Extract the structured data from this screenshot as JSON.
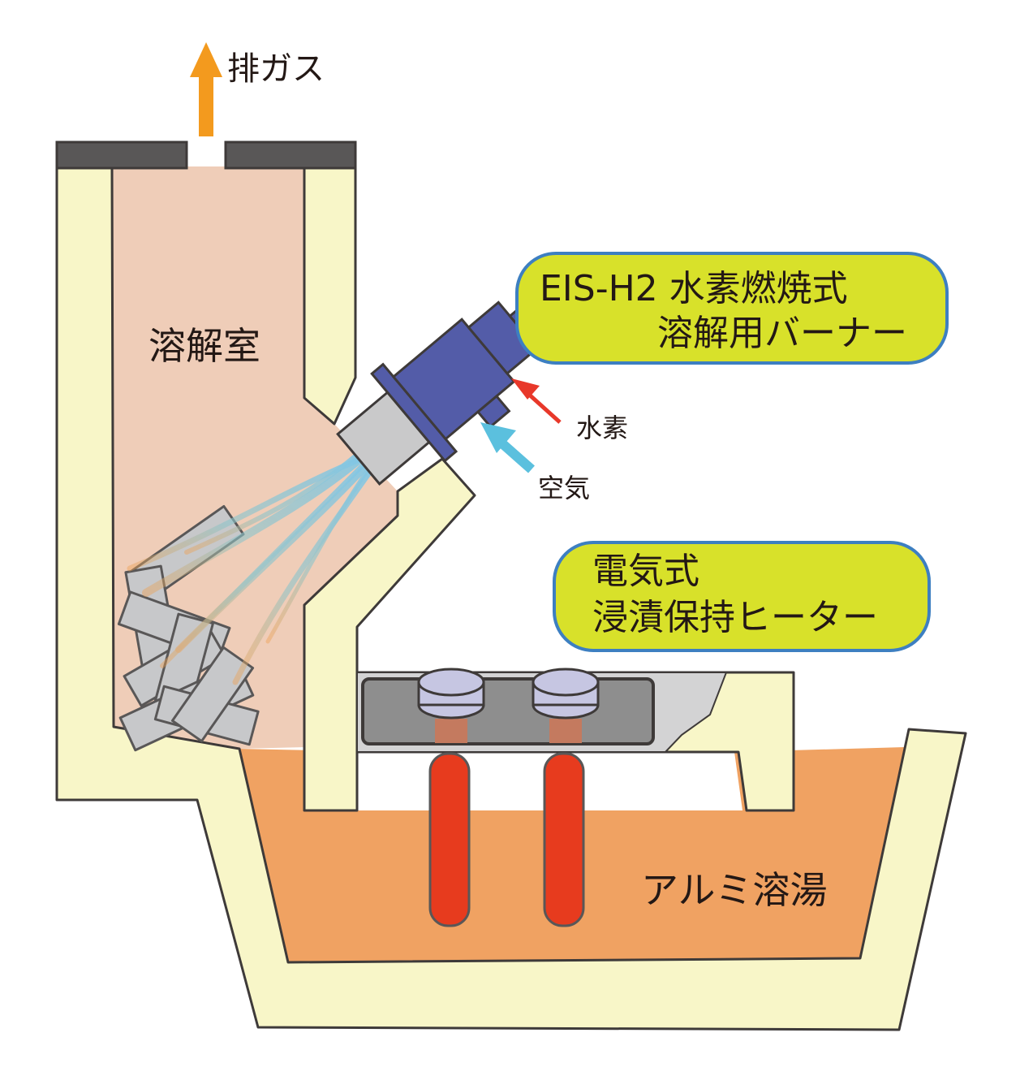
{
  "labels": {
    "exhaust": "排ガス",
    "melting_chamber": "溶解室",
    "burner_line1": "EIS-H2 水素燃焼式",
    "burner_line2": "溶解用バーナー",
    "hydrogen": "水素",
    "air": "空気",
    "heater_line1": "電気式",
    "heater_line2": "浸漬保持ヒーター",
    "molten_aluminum": "アルミ溶湯"
  },
  "colors": {
    "refractory": "#f8f6c8",
    "outline": "#3e3a39",
    "chamber_gas": "#efcdb8",
    "molten_aluminum": "#f0a262",
    "lid": "#595757",
    "exhaust_arrow": "#f39a1e",
    "burner_body": "#535ca8",
    "burner_nozzle": "#c9c9ca",
    "hydrogen_arrow": "#e8382a",
    "air_arrow": "#5bc0de",
    "callout_fill": "#d8e12a",
    "callout_border": "#3d7fc1",
    "heater_rod": "#e73b1e",
    "heater_cap": "#c6c6e2",
    "heater_housing": "#8e8e8e",
    "scrap_metal": "#c7c8ca"
  }
}
